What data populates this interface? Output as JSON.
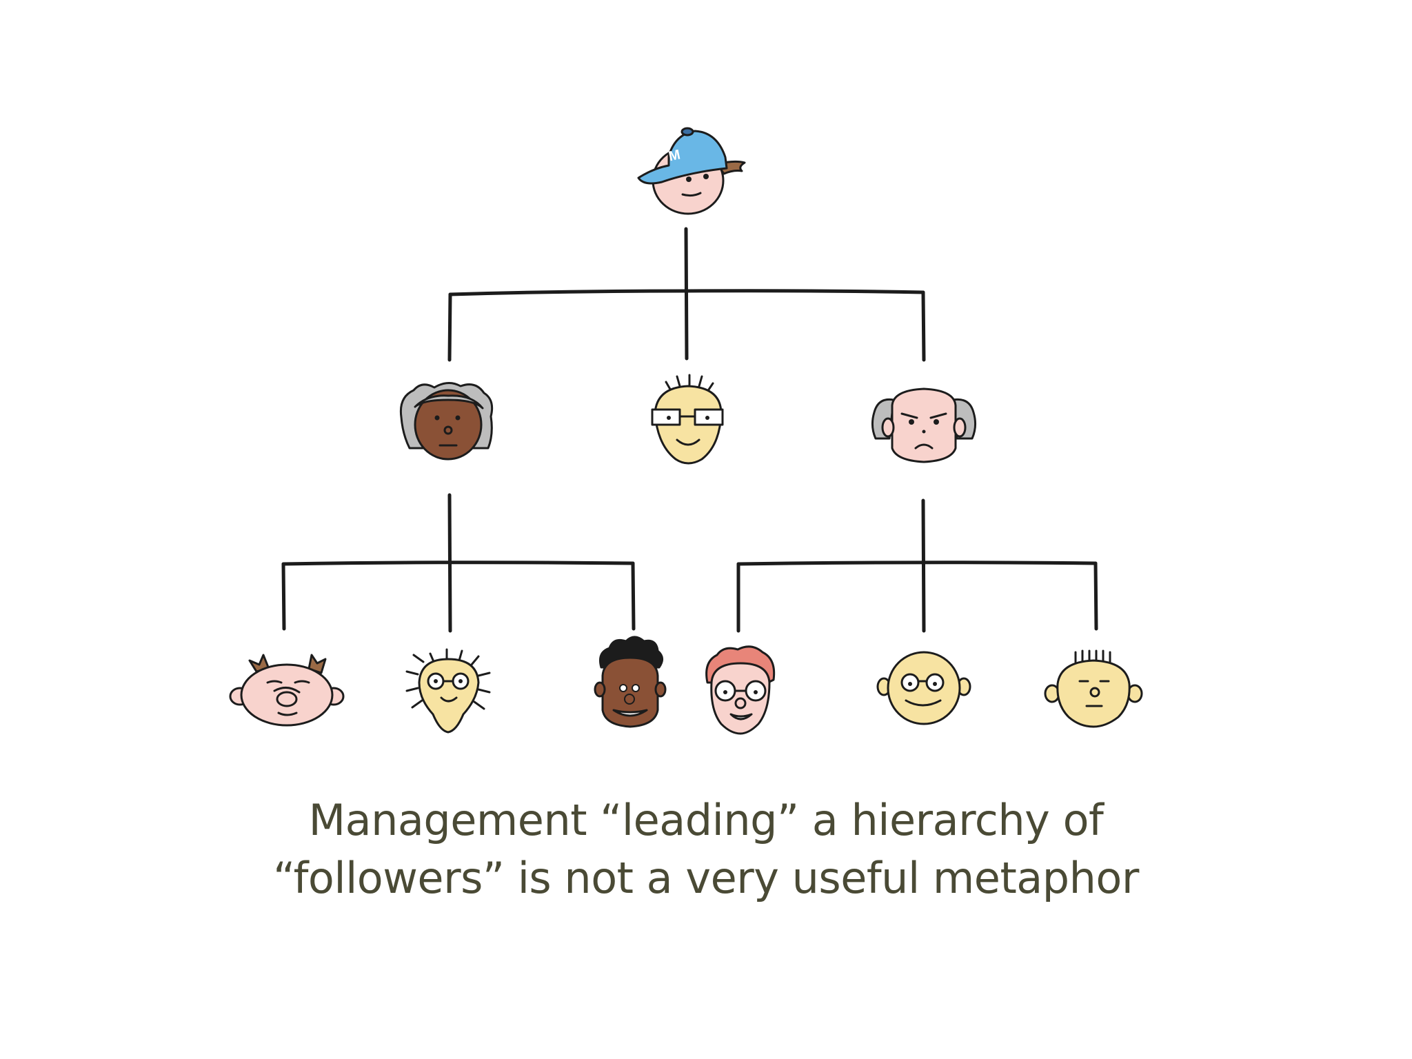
{
  "caption": {
    "line1": "Management “leading” a hierarchy of",
    "line2": "“followers” is not a very useful metaphor"
  },
  "cap_badge": "M",
  "colors": {
    "line": "#1c1c1c",
    "caption": "#4a4a35",
    "cap_blue": "#69b7e6",
    "skin_pink": "#f8d3cd",
    "skin_yellow": "#f7e3a2",
    "skin_brown": "#8a5136",
    "hair_gray": "#bdbdbd",
    "hair_red": "#e88579",
    "hair_brown": "#9a6a46"
  },
  "nodes": [
    {
      "id": "manager",
      "icon": "manager-cap-face-icon"
    },
    {
      "id": "mid-left",
      "icon": "gray-hair-brown-face-icon"
    },
    {
      "id": "mid-center",
      "icon": "glasses-yellow-face-icon"
    },
    {
      "id": "mid-right",
      "icon": "grumpy-bald-face-icon"
    },
    {
      "id": "bottom-1",
      "icon": "sleepy-pink-face-icon"
    },
    {
      "id": "bottom-2",
      "icon": "spiky-glasses-face-icon"
    },
    {
      "id": "bottom-3",
      "icon": "curly-hair-smiling-face-icon"
    },
    {
      "id": "bottom-4",
      "icon": "red-hair-glasses-face-icon"
    },
    {
      "id": "bottom-5",
      "icon": "round-glasses-face-icon"
    },
    {
      "id": "bottom-6",
      "icon": "flat-top-face-icon"
    }
  ]
}
